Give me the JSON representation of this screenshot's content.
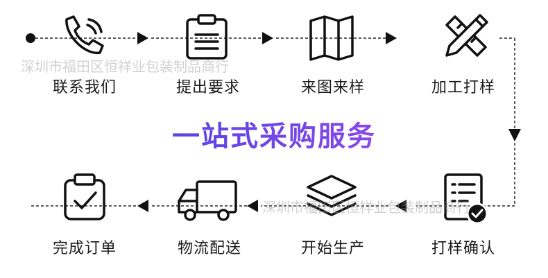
{
  "headline": "一站式采购服务",
  "watermarks": [
    "深圳市福田区恒祥业包装制品商行",
    "深圳市福田区恒祥业包装制品商行"
  ],
  "steps_top": [
    {
      "label": "联系我们",
      "icon": "phone-icon"
    },
    {
      "label": "提出要求",
      "icon": "clipboard-list-icon"
    },
    {
      "label": "来图来样",
      "icon": "map-icon"
    },
    {
      "label": "加工打样",
      "icon": "ruler-pencil-icon"
    }
  ],
  "steps_bottom": [
    {
      "label": "完成订单",
      "icon": "clipboard-check-icon"
    },
    {
      "label": "物流配送",
      "icon": "truck-icon"
    },
    {
      "label": "开始生产",
      "icon": "layers-icon"
    },
    {
      "label": "打样确认",
      "icon": "document-check-icon"
    }
  ],
  "colors": {
    "line": "#222222",
    "text": "#1a1a1a",
    "gradient_start": "#2f49e0",
    "gradient_end": "#b04fe8"
  }
}
